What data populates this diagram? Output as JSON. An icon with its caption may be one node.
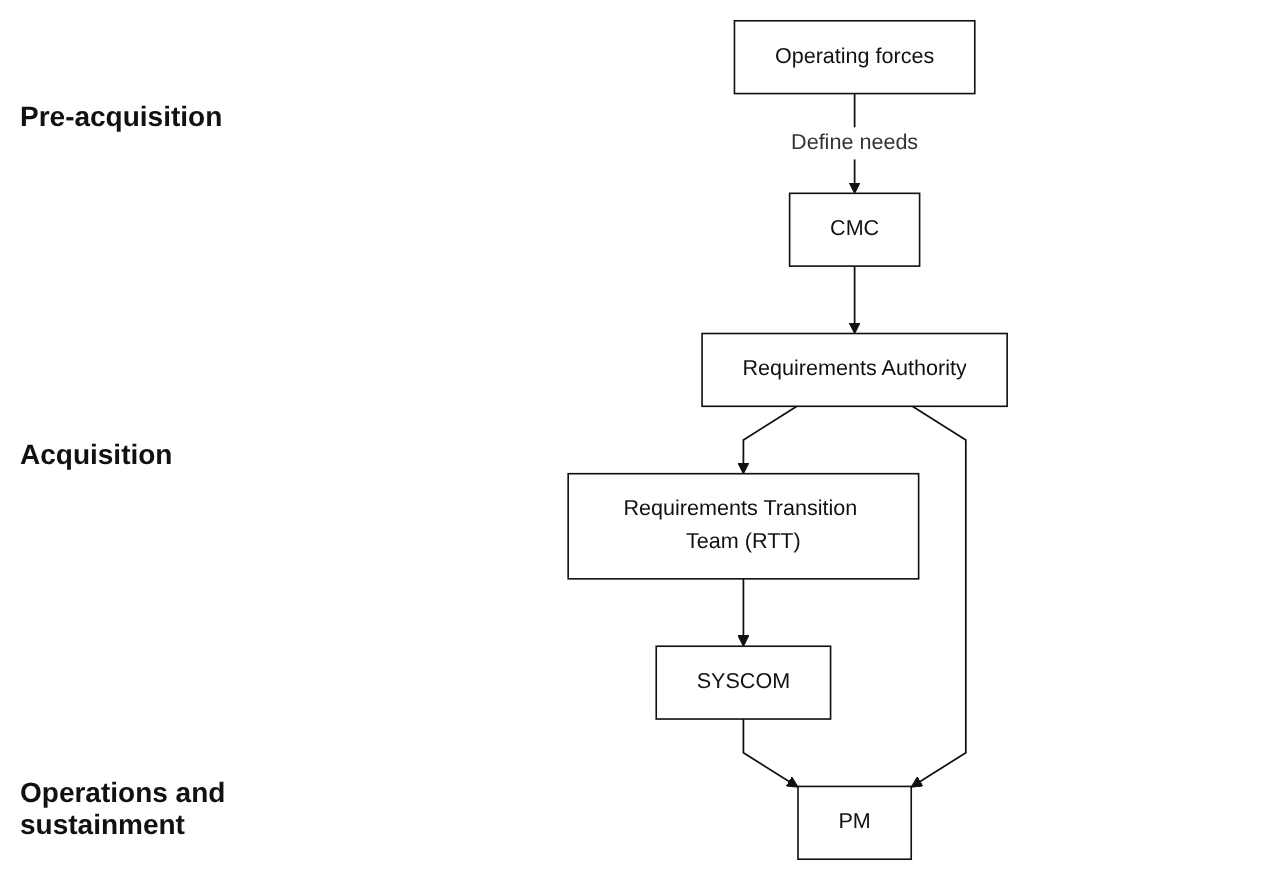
{
  "diagram": {
    "nodes": [
      {
        "text": [
          "CMC"
        ]
      },
      {
        "text": [
          "Operating forces"
        ]
      },
      {
        "text": [
          "Requirements Authority"
        ]
      },
      {
        "text": [
          "Requirements Transition Team (RTT)"
        ]
      },
      {
        "text": [
          "SYSCOM"
        ]
      },
      {
        "text": [
          "PM"
        ]
      }
    ],
    "edges": [
      {
        "from": 1,
        "to": 0,
        "arrow": "to",
        "label": "Define needs"
      },
      {
        "from": 0,
        "to": 2,
        "arrow": "to"
      },
      {
        "from": 2,
        "to": 3,
        "arrow": "to"
      },
      {
        "from": 3,
        "to": 4,
        "arrow": "to"
      },
      {
        "from": 4,
        "to": 5,
        "arrow": "to"
      },
      {
        "from": 2,
        "to": 5,
        "arrow": "to"
      }
    ],
    "labels": [
      "Pre-acquisition",
      "Acquisition",
      "Operations and sustainment"
    ]
  }
}
